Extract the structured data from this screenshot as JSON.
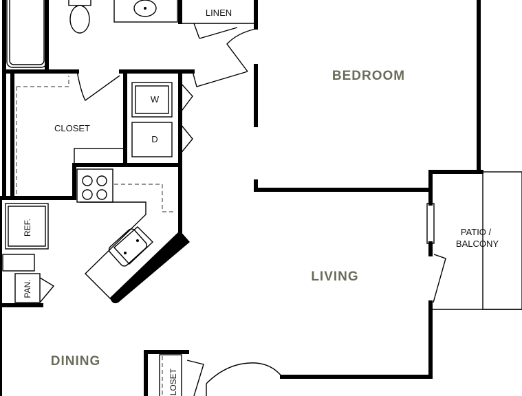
{
  "rooms": {
    "bedroom": "BEDROOM",
    "living": "LIVING",
    "dining": "DINING"
  },
  "fixtures": {
    "linen": "LINEN",
    "closet": "CLOSET",
    "washer": "W",
    "dryer": "D",
    "refrigerator": "REF.",
    "pantry": "PAN.",
    "patio_line1": "PATIO /",
    "patio_line2": "BALCONY",
    "closet_bottom": "CLOSET"
  },
  "colors": {
    "room_label": "#6b6b5a",
    "wall": "#000000"
  }
}
